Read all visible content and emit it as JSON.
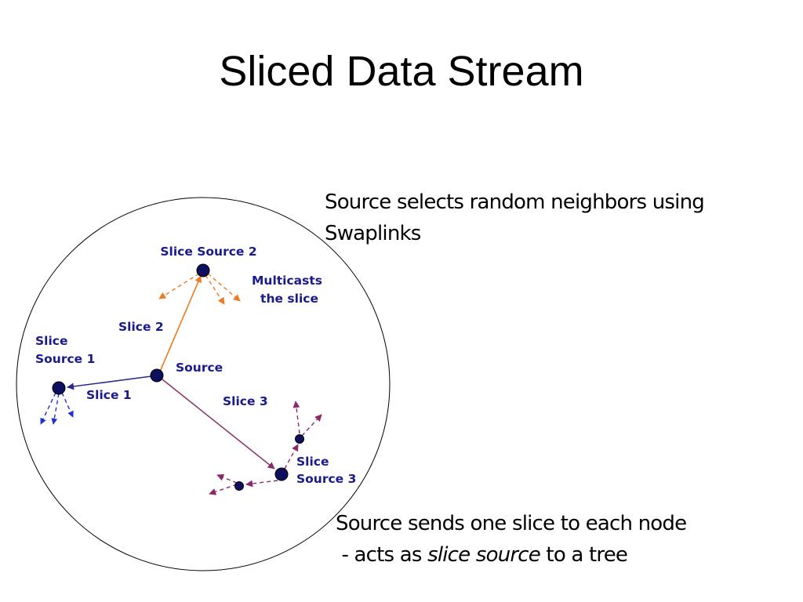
{
  "slide": {
    "title": "Sliced Data Stream"
  },
  "notes": {
    "top_line1": "Source selects random neighbors using",
    "top_line2": "Swaplinks",
    "bottom_line1": "Source sends one slice to each node",
    "bottom_line2_prefix": " - acts as ",
    "bottom_line2_emphasis": "slice source",
    "bottom_line2_suffix": " to a tree"
  },
  "diagram": {
    "label_slice_source_2": "Slice Source 2",
    "label_multicasts_line1": "Multicasts",
    "label_multicasts_line2": "the slice",
    "label_slice_2": "Slice 2",
    "label_slice_source_1_line1": "Slice",
    "label_slice_source_1_line2": "Source 1",
    "label_source": "Source",
    "label_slice_1": "Slice 1",
    "label_slice_3": "Slice 3",
    "label_slice_source_3_line1": "Slice",
    "label_slice_source_3_line2": "Source 3"
  },
  "colors": {
    "label": "#1a1a8c",
    "node_fill": "#0f0f60",
    "slice_1_link": "#2a2a8a",
    "slice_2_link": "#ee7a22",
    "slice_3_link": "#8a3a6a",
    "multicast_blue": "#1f2fd0",
    "multicast_orange": "#ee7a22",
    "multicast_purple": "#8a2a6a"
  }
}
